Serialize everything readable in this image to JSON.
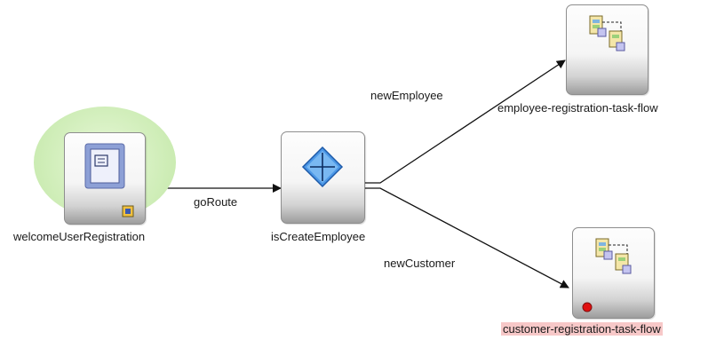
{
  "nodes": {
    "welcome": {
      "label": "welcomeUserRegistration",
      "type": "view",
      "highlighted": true
    },
    "router": {
      "label": "isCreateEmployee",
      "type": "router"
    },
    "employee_flow": {
      "label": "employee-registration-task-flow",
      "type": "task-flow-call"
    },
    "customer_flow": {
      "label": "customer-registration-task-flow",
      "type": "task-flow-call",
      "error": true
    }
  },
  "edges": [
    {
      "from": "welcomeUserRegistration",
      "to": "isCreateEmployee",
      "label": "goRoute"
    },
    {
      "from": "isCreateEmployee",
      "to": "employee-registration-task-flow",
      "label": "newEmployee"
    },
    {
      "from": "isCreateEmployee",
      "to": "customer-registration-task-flow",
      "label": "newCustomer"
    }
  ],
  "colors": {
    "halo": "#c9eab0",
    "router_diamond": "#3f8fe0",
    "error_dot": "#e01010",
    "error_label_bg": "#f7c8c8"
  }
}
